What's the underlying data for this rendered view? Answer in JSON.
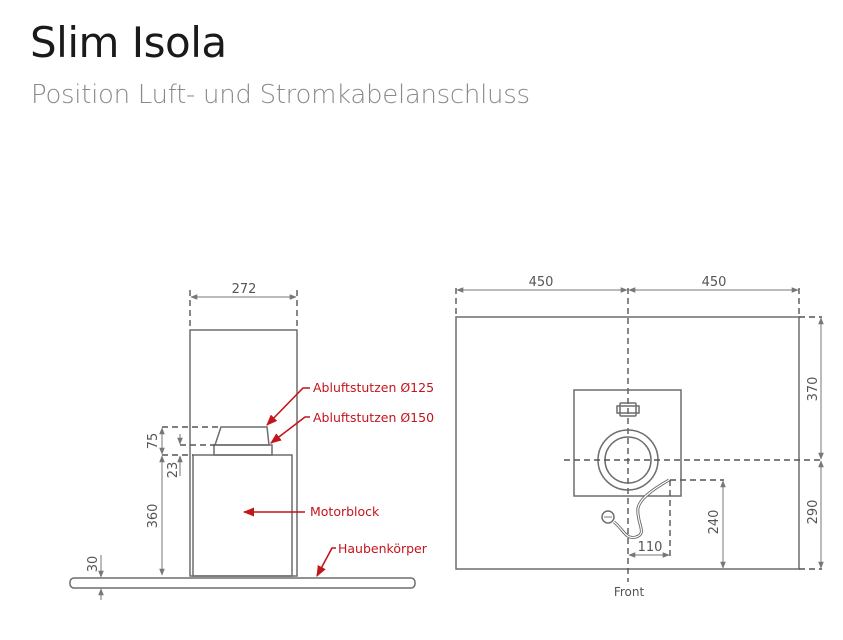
{
  "header": {
    "title": "Slim Isola",
    "subtitle": "Position Luft- und Stromkabelanschluss"
  },
  "side_view": {
    "dims": {
      "width": "272",
      "d75": "75",
      "d23": "23",
      "d360": "360",
      "d30": "30"
    },
    "labels": {
      "outlet125": "Abluftstutzen Ø125",
      "outlet150": "Abluftstutzen Ø150",
      "motor": "Motorblock",
      "body": "Haubenkörper"
    }
  },
  "top_view": {
    "dims": {
      "left": "450",
      "right": "450",
      "d370": "370",
      "d290": "290",
      "d240": "240",
      "d110": "110"
    },
    "front_label": "Front"
  },
  "colors": {
    "accent": "#c4141c",
    "line": "#6d6d6d"
  }
}
